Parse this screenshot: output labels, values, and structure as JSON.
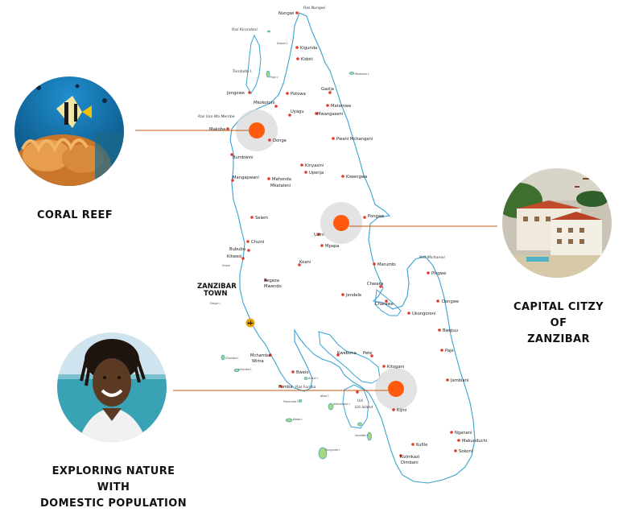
{
  "captions": {
    "coral": "CORAL REEF",
    "capital_line1": "CAPITAL CITZY OF",
    "capital_line2": "ZANZIBAR",
    "nature_line1": "EXPLORING NATURE WITH",
    "nature_line2": "DOMESTIC POPULATION"
  },
  "map": {
    "town_title_line1": "ZANZIBAR",
    "town_title_line2": "TOWN",
    "towns": [
      {
        "name": "Nungwi"
      },
      {
        "name": "Kigunda"
      },
      {
        "name": "Kidoti"
      },
      {
        "name": "Jongowe"
      },
      {
        "name": "Potowa"
      },
      {
        "name": "Gazija"
      },
      {
        "name": "Mkokotoni"
      },
      {
        "name": "Matemwe"
      },
      {
        "name": "Uyagu"
      },
      {
        "name": "Mwangaseni"
      },
      {
        "name": "Makoba"
      },
      {
        "name": "Donge"
      },
      {
        "name": "Pwani Mchangani"
      },
      {
        "name": "Bumbwini"
      },
      {
        "name": "Kinyasini"
      },
      {
        "name": "Upenja"
      },
      {
        "name": "Mangapwani"
      },
      {
        "name": "Mahonda"
      },
      {
        "name": "Kiwengwa"
      },
      {
        "name": "Selem"
      },
      {
        "name": "Pongwe"
      },
      {
        "name": "Uzini"
      },
      {
        "name": "Chuini"
      },
      {
        "name": "Mpapa"
      },
      {
        "name": "Bububu"
      },
      {
        "name": "Kitwesi"
      },
      {
        "name": "Koani"
      },
      {
        "name": "Marumbi"
      },
      {
        "name": "Pingwe"
      },
      {
        "name": "Regeza"
      },
      {
        "name": "Chwaka"
      },
      {
        "name": "Jendele"
      },
      {
        "name": "Charawe"
      },
      {
        "name": "Dongwe"
      },
      {
        "name": "Ukongoroni"
      },
      {
        "name": "Bwejuu"
      },
      {
        "name": "Kwebona"
      },
      {
        "name": "Pete"
      },
      {
        "name": "Mchamba"
      },
      {
        "name": "Paje"
      },
      {
        "name": "Kitogani"
      },
      {
        "name": "Bwelo"
      },
      {
        "name": "Jambiani"
      },
      {
        "name": "Fumba"
      },
      {
        "name": "Kijini"
      },
      {
        "name": "Nganani"
      },
      {
        "name": "Makunduchi"
      },
      {
        "name": "Kufile"
      },
      {
        "name": "Sokoni"
      },
      {
        "name": "Kizimkazi"
      }
    ],
    "sublabels": {
      "mahonda": "Mkataleni",
      "regeza": "Mwendo",
      "mchamba": "Wima",
      "kizimkazi": "Dimbani"
    },
    "place_labels": [
      {
        "id": "ras-nungwi",
        "text": "Ras Nungwi"
      },
      {
        "id": "ras-kirundani",
        "text": "Ras Kirundani"
      },
      {
        "id": "tumbatu",
        "text": "Tumbatu I."
      },
      {
        "id": "ras-uso",
        "text": "Ras Uso Wa Membe"
      },
      {
        "id": "ras-michamvi",
        "text": "Ras Michamvi"
      },
      {
        "id": "ras-fumba",
        "text": "Ras Fumba"
      },
      {
        "id": "uzi-island",
        "text": "Uzi Island"
      },
      {
        "id": "uzi",
        "text": "Uzi"
      }
    ],
    "small_labels": [
      "Daloni I.",
      "Popo I.",
      "Mnemba I.",
      "Grave",
      "Pange I.",
      "Chumbe I.",
      "Ukombe I.",
      "Sume I.",
      "Pamunda I.",
      "Nissi I.",
      "Bawe I.",
      "Niamembe I.",
      "Vundwe I.",
      "Pungume I."
    ],
    "highlights": [
      {
        "id": "coral"
      },
      {
        "id": "capital"
      },
      {
        "id": "nature"
      }
    ]
  },
  "colors": {
    "coast": "#3aa1d1",
    "town_dot": "#e03a2a",
    "highlight_core": "#ff5a0d",
    "highlight_halo": "#dcdcdc",
    "connector": "#c0570f",
    "islet": "#a7d97a"
  },
  "icons": {
    "airport": "airplane-icon"
  }
}
